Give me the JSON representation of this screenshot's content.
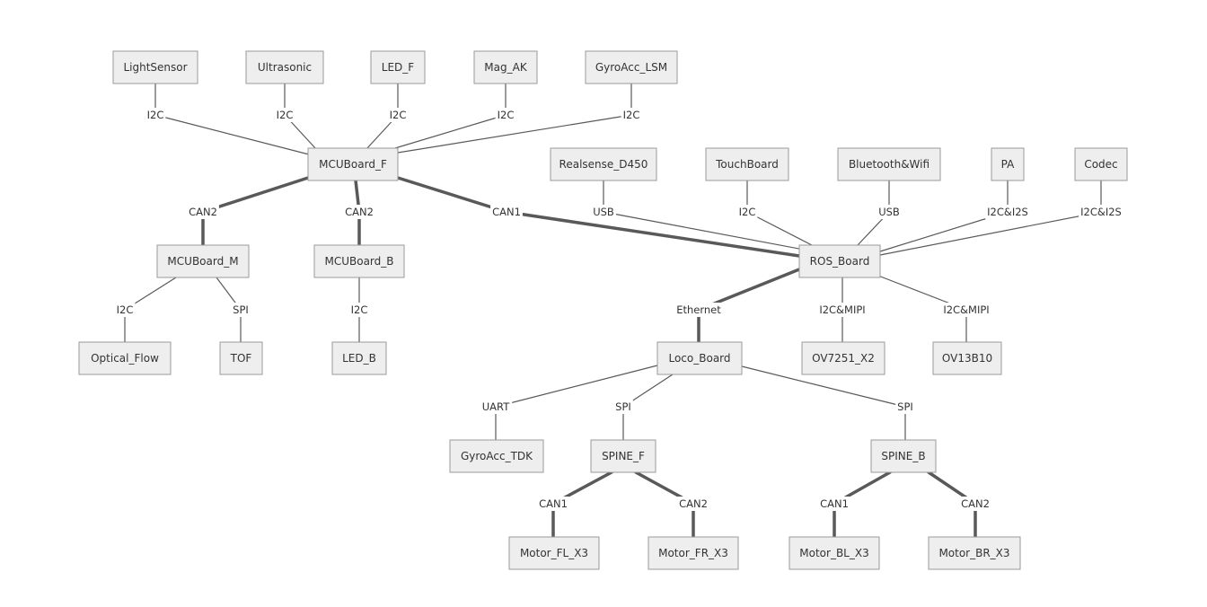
{
  "colors": {
    "background": "#ffffff",
    "node_fill": "#eeeeee",
    "node_border": "#9a9a9a",
    "edge": "#595959",
    "text": "#333333"
  },
  "nodes": {
    "lightsensor": "LightSensor",
    "ultrasonic": "Ultrasonic",
    "led_f": "LED_F",
    "mag_ak": "Mag_AK",
    "gyroacc_lsm": "GyroAcc_LSM",
    "mcuboard_f": "MCUBoard_F",
    "realsense": "Realsense_D450",
    "touchboard": "TouchBoard",
    "bluetooth": "Bluetooth&Wifi",
    "pa": "PA",
    "codec": "Codec",
    "mcuboard_m": "MCUBoard_M",
    "mcuboard_b": "MCUBoard_B",
    "ros_board": "ROS_Board",
    "optical_flow": "Optical_Flow",
    "tof": "TOF",
    "led_b": "LED_B",
    "loco_board": "Loco_Board",
    "ov7251": "OV7251_X2",
    "ov13b10": "OV13B10",
    "gyroacc_tdk": "GyroAcc_TDK",
    "spine_f": "SPINE_F",
    "spine_b": "SPINE_B",
    "motor_fl": "Motor_FL_X3",
    "motor_fr": "Motor_FR_X3",
    "motor_bl": "Motor_BL_X3",
    "motor_br": "Motor_BR_X3"
  },
  "edges": [
    {
      "from": "lightsensor",
      "to": "mcuboard_f",
      "label": "I2C",
      "weight": "thin"
    },
    {
      "from": "ultrasonic",
      "to": "mcuboard_f",
      "label": "I2C",
      "weight": "thin"
    },
    {
      "from": "led_f",
      "to": "mcuboard_f",
      "label": "I2C",
      "weight": "thin"
    },
    {
      "from": "mag_ak",
      "to": "mcuboard_f",
      "label": "I2C",
      "weight": "thin"
    },
    {
      "from": "gyroacc_lsm",
      "to": "mcuboard_f",
      "label": "I2C",
      "weight": "thin"
    },
    {
      "from": "mcuboard_f",
      "to": "mcuboard_m",
      "label": "CAN2",
      "weight": "thick"
    },
    {
      "from": "mcuboard_f",
      "to": "mcuboard_b",
      "label": "CAN2",
      "weight": "thick"
    },
    {
      "from": "mcuboard_f",
      "to": "ros_board",
      "label": "CAN1",
      "weight": "thick"
    },
    {
      "from": "realsense",
      "to": "ros_board",
      "label": "USB",
      "weight": "thin"
    },
    {
      "from": "touchboard",
      "to": "ros_board",
      "label": "I2C",
      "weight": "thin"
    },
    {
      "from": "bluetooth",
      "to": "ros_board",
      "label": "USB",
      "weight": "thin"
    },
    {
      "from": "pa",
      "to": "ros_board",
      "label": "I2C&I2S",
      "weight": "thin"
    },
    {
      "from": "codec",
      "to": "ros_board",
      "label": "I2C&I2S",
      "weight": "thin"
    },
    {
      "from": "mcuboard_m",
      "to": "optical_flow",
      "label": "I2C",
      "weight": "thin"
    },
    {
      "from": "mcuboard_m",
      "to": "tof",
      "label": "SPI",
      "weight": "thin"
    },
    {
      "from": "mcuboard_b",
      "to": "led_b",
      "label": "I2C",
      "weight": "thin"
    },
    {
      "from": "ros_board",
      "to": "loco_board",
      "label": "Ethernet",
      "weight": "thick"
    },
    {
      "from": "ros_board",
      "to": "ov7251",
      "label": "I2C&MIPI",
      "weight": "thin"
    },
    {
      "from": "ros_board",
      "to": "ov13b10",
      "label": "I2C&MIPI",
      "weight": "thin"
    },
    {
      "from": "loco_board",
      "to": "gyroacc_tdk",
      "label": "UART",
      "weight": "thin"
    },
    {
      "from": "loco_board",
      "to": "spine_f",
      "label": "SPI",
      "weight": "thin"
    },
    {
      "from": "loco_board",
      "to": "spine_b",
      "label": "SPI",
      "weight": "thin"
    },
    {
      "from": "spine_f",
      "to": "motor_fl",
      "label": "CAN1",
      "weight": "thick"
    },
    {
      "from": "spine_f",
      "to": "motor_fr",
      "label": "CAN2",
      "weight": "thick"
    },
    {
      "from": "spine_b",
      "to": "motor_bl",
      "label": "CAN1",
      "weight": "thick"
    },
    {
      "from": "spine_b",
      "to": "motor_br",
      "label": "CAN2",
      "weight": "thick"
    }
  ]
}
